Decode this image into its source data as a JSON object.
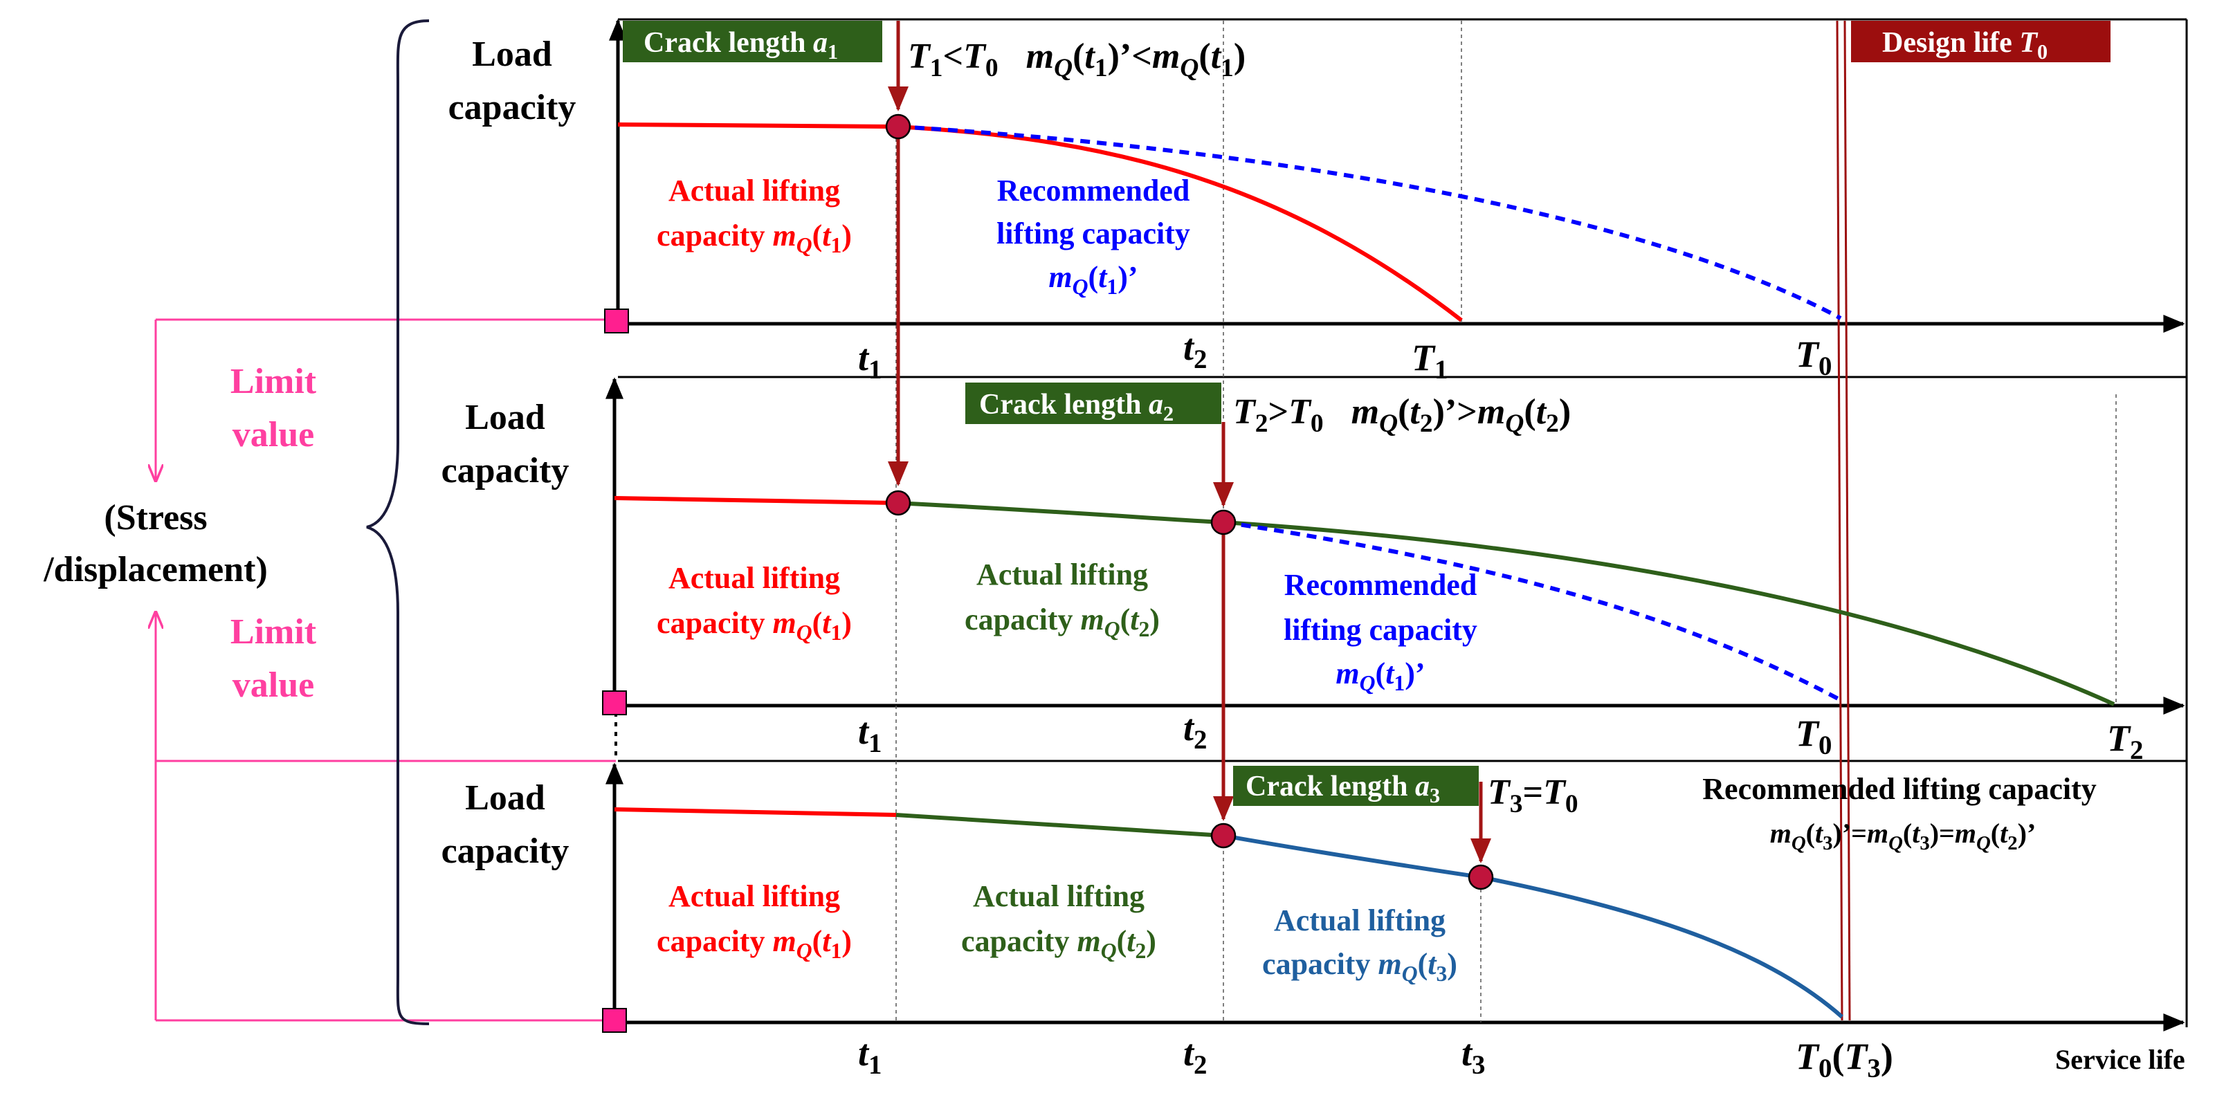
{
  "colors": {
    "axis": "#000000",
    "actual_red": "#ff0000",
    "actual_green": "#2e5f1a",
    "actual_blue": "#1f5f9f",
    "recommended": "#0000ff",
    "crack_box": "#2e5f1a",
    "design_box": "#9c0e0e",
    "arrow": "#a31515",
    "marker": "#c0143c",
    "limit": "#ff3fa0"
  },
  "left_labels": {
    "stress_line1": "(Stress",
    "stress_line2": "/displacement)",
    "limit_top_1": "Limit",
    "limit_top_2": "value",
    "limit_bottom_1": "Limit",
    "limit_bottom_2": "value"
  },
  "panels": [
    {
      "y_label_1": "Load",
      "y_label_2": "capacity",
      "crack": {
        "text": "Crack length ",
        "var": "a",
        "sub": "1"
      },
      "condition_a": {
        "T": "T",
        "sub1": "1",
        "op": "<",
        "T0": "T",
        "sub0": "0"
      },
      "condition_b": {
        "m": "m",
        "Q": "Q",
        "t": "t",
        "sub": "1",
        "rel": "’<"
      },
      "design": {
        "text": "Design life ",
        "var": "T",
        "sub": "0"
      },
      "lbl_actual_1a": "Actual lifting",
      "lbl_actual_1b": "capacity ",
      "lbl_rec_1": "Recommended",
      "lbl_rec_2": "lifting capacity",
      "ticks": {
        "t1": "t",
        "t1s": "1",
        "t2": "t",
        "t2s": "2",
        "T1": "T",
        "T1s": "1",
        "T0": "T",
        "T0s": "0"
      }
    },
    {
      "y_label_1": "Load",
      "y_label_2": "capacity",
      "crack": {
        "text": "Crack length ",
        "var": "a",
        "sub": "2"
      },
      "condition": {
        "T": "T",
        "sub1": "2",
        "op": ">",
        "T0": "T",
        "sub0": "0",
        "rel": "’>"
      },
      "lbl_actual_1a": "Actual lifting",
      "lbl_actual_1b": "capacity ",
      "lbl_actual_2a": "Actual lifting",
      "lbl_actual_2b": "capacity ",
      "lbl_rec_1": "Recommended",
      "lbl_rec_2": "lifting capacity",
      "ticks": {
        "t1": "t",
        "t1s": "1",
        "t2": "t",
        "t2s": "2",
        "T0": "T",
        "T0s": "0",
        "T2": "T",
        "T2s": "2"
      }
    },
    {
      "y_label_1": "Load",
      "y_label_2": "capacity",
      "crack": {
        "text": "Crack length ",
        "var": "a",
        "sub": "3"
      },
      "condition": {
        "T": "T",
        "sub1": "3",
        "op": "=",
        "T0": "T",
        "sub0": "0"
      },
      "rec_title": "Recommended lifting capacity",
      "lbl_actual_1a": "Actual lifting",
      "lbl_actual_1b": "capacity ",
      "lbl_actual_2a": "Actual lifting",
      "lbl_actual_2b": "capacity ",
      "lbl_actual_3a": "Actual lifting",
      "lbl_actual_3b": "capacity ",
      "ticks": {
        "t1": "t",
        "t1s": "1",
        "t2": "t",
        "t2s": "2",
        "t3": "t",
        "t3s": "3",
        "T0": "T",
        "T0s": "0",
        "T3s": "3"
      },
      "x_axis_label": "Service life"
    }
  ]
}
